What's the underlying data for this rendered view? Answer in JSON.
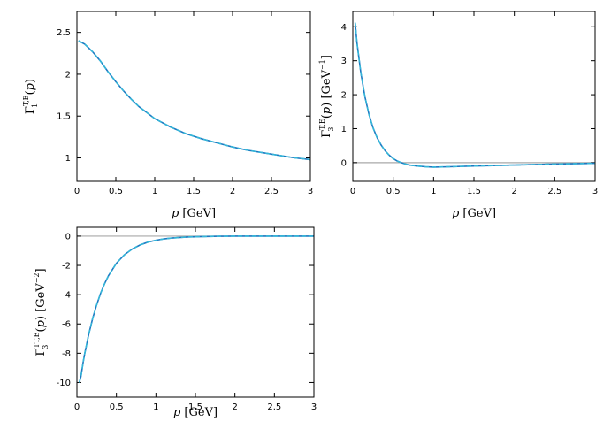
{
  "chart_data": [
    {
      "type": "line",
      "xlabel": "p [GeV]",
      "ylabel_main": "Γ",
      "ylabel_sup": "T,E",
      "ylabel_sub": "1",
      "ylabel_rest": "(p)",
      "xlim": [
        0,
        3
      ],
      "ylim": [
        0.72,
        2.75
      ],
      "xticks": [
        0,
        0.5,
        1,
        1.5,
        2,
        2.5,
        3
      ],
      "xtick_labels": [
        "0",
        "0.5",
        "1",
        "1.5",
        "2",
        "2.5",
        "3"
      ],
      "yticks": [
        1,
        1.5,
        2,
        2.5
      ],
      "ytick_labels": [
        "1",
        "1.5",
        "2",
        "2.5"
      ],
      "zero_line": false,
      "series": [
        {
          "x": [
            0.02,
            0.1,
            0.2,
            0.3,
            0.4,
            0.5,
            0.6,
            0.7,
            0.8,
            0.9,
            1.0,
            1.2,
            1.4,
            1.6,
            1.8,
            2.0,
            2.2,
            2.4,
            2.6,
            2.8,
            3.0
          ],
          "y": [
            2.4,
            2.36,
            2.27,
            2.16,
            2.03,
            1.91,
            1.8,
            1.7,
            1.61,
            1.54,
            1.47,
            1.37,
            1.29,
            1.23,
            1.18,
            1.13,
            1.09,
            1.06,
            1.03,
            1.0,
            0.98
          ],
          "color_solid": "#1f78c1",
          "color_dashed": "#35b6d8"
        }
      ]
    },
    {
      "type": "line",
      "xlabel": "p [GeV]",
      "ylabel_main": "Γ",
      "ylabel_sup": "T,E",
      "ylabel_sub": "3",
      "ylabel_rest": "(p) [GeV",
      "ylabel_unit_exp": "−1",
      "ylabel_close": "]",
      "xlim": [
        0,
        3
      ],
      "ylim": [
        -0.55,
        4.45
      ],
      "xticks": [
        0,
        0.5,
        1,
        1.5,
        2,
        2.5,
        3
      ],
      "xtick_labels": [
        "0",
        "0.5",
        "1",
        "1.5",
        "2",
        "2.5",
        "3"
      ],
      "yticks": [
        0,
        1,
        2,
        3,
        4
      ],
      "ytick_labels": [
        "0",
        "1",
        "2",
        "3",
        "4"
      ],
      "zero_line": true,
      "series": [
        {
          "x": [
            0.03,
            0.05,
            0.1,
            0.15,
            0.2,
            0.25,
            0.3,
            0.35,
            0.4,
            0.45,
            0.5,
            0.55,
            0.6,
            0.65,
            0.7,
            0.8,
            0.9,
            1.0,
            1.2,
            1.5,
            2.0,
            2.5,
            3.0
          ],
          "y": [
            4.12,
            3.55,
            2.64,
            1.94,
            1.42,
            1.03,
            0.74,
            0.52,
            0.35,
            0.22,
            0.12,
            0.05,
            0.0,
            -0.04,
            -0.07,
            -0.1,
            -0.12,
            -0.13,
            -0.12,
            -0.1,
            -0.07,
            -0.04,
            -0.02
          ],
          "color_solid": "#1f78c1",
          "color_dashed": "#35b6d8"
        }
      ]
    },
    {
      "type": "line",
      "xlabel": "p [GeV]",
      "ylabel_main": "Γ",
      "ylabel_sup": "TT,E",
      "ylabel_sub": "3",
      "ylabel_rest": "(p) [GeV",
      "ylabel_unit_exp": "−2",
      "ylabel_close": "]",
      "xlim": [
        0,
        3
      ],
      "ylim": [
        -11,
        0.6
      ],
      "xticks": [
        0,
        0.5,
        1,
        1.5,
        2,
        2.5,
        3
      ],
      "xtick_labels": [
        "0",
        "0.5",
        "1",
        "1.5",
        "2",
        "2.5",
        "3"
      ],
      "yticks": [
        -10,
        -8,
        -6,
        -4,
        -2,
        0
      ],
      "ytick_labels": [
        "-10",
        "-8",
        "-6",
        "-4",
        "-2",
        "0"
      ],
      "zero_line": true,
      "series": [
        {
          "x": [
            0.03,
            0.05,
            0.08,
            0.1,
            0.15,
            0.2,
            0.25,
            0.3,
            0.35,
            0.4,
            0.5,
            0.6,
            0.7,
            0.8,
            0.9,
            1.0,
            1.1,
            1.2,
            1.4,
            1.6,
            1.8,
            2.0,
            2.5,
            3.0
          ],
          "y": [
            -10.0,
            -9.6,
            -8.6,
            -8.0,
            -6.7,
            -5.6,
            -4.7,
            -3.9,
            -3.25,
            -2.7,
            -1.85,
            -1.28,
            -0.88,
            -0.6,
            -0.41,
            -0.28,
            -0.19,
            -0.13,
            -0.06,
            -0.03,
            -0.01,
            0.0,
            0.0,
            0.0
          ],
          "color_solid": "#1f78c1",
          "color_dashed": "#35b6d8"
        }
      ]
    }
  ]
}
